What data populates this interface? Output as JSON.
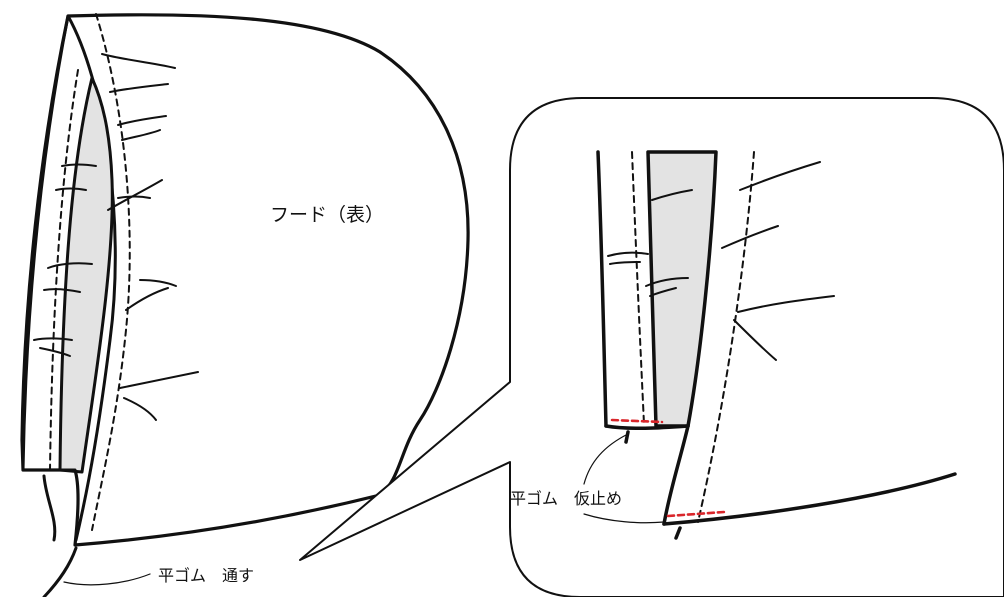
{
  "labels": {
    "hood_outer": "フード（表）",
    "elastic_thread": "平ゴム　通す",
    "elastic_tack": "平ゴム　仮止め"
  },
  "colors": {
    "outline": "#111111",
    "lining_fill": "#e3e3e3",
    "basting_stitch": "#d9262b",
    "background": "#ffffff"
  }
}
